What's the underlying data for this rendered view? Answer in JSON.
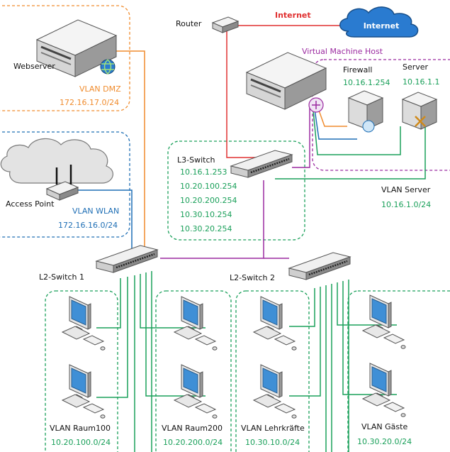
{
  "colors": {
    "orange": "#f08c2e",
    "blue": "#1f6fb5",
    "green": "#1aa05a",
    "purple": "#9b2aa0",
    "red": "#e03030",
    "black": "#111111",
    "cloud": "#2a7bd0"
  },
  "internet": {
    "label": "Internet",
    "cloud_label": "Internet"
  },
  "router": {
    "label": "Router"
  },
  "vm_host": {
    "label": "Virtual Machine Host"
  },
  "firewall": {
    "label": "Firewall",
    "ip": "10.16.1.254"
  },
  "server": {
    "label": "Server",
    "ip": "10.16.1.1"
  },
  "webserver": {
    "label": "Webserver"
  },
  "vlan_dmz": {
    "name": "VLAN DMZ",
    "subnet": "172.16.17.0/24"
  },
  "access_point": {
    "label": "Access Point"
  },
  "vlan_wlan": {
    "name": "VLAN WLAN",
    "subnet": "172.16.16.0/24"
  },
  "l3_switch": {
    "label": "L3-Switch",
    "ips": [
      "10.16.1.253",
      "10.20.100.254",
      "10.20.200.254",
      "10.30.10.254",
      "10.30.20.254"
    ]
  },
  "vlan_server": {
    "name": "VLAN Server",
    "subnet": "10.16.1.0/24"
  },
  "l2_switch_1": {
    "label": "L2-Switch 1"
  },
  "l2_switch_2": {
    "label": "L2-Switch 2"
  },
  "vlans": [
    {
      "name": "VLAN Raum100",
      "subnet": "10.20.100.0/24"
    },
    {
      "name": "VLAN Raum200",
      "subnet": "10.20.200.0/24"
    },
    {
      "name": "VLAN Lehrkräfte",
      "subnet": "10.30.10.0/24"
    },
    {
      "name": "VLAN Gäste",
      "subnet": "10.30.20.0/24"
    }
  ]
}
